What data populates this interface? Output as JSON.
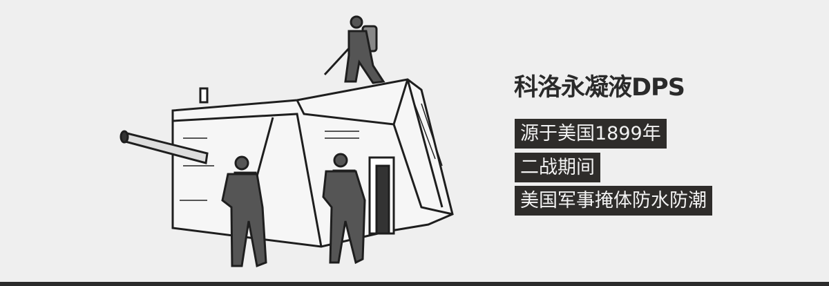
{
  "banner": {
    "title": "科洛永凝液DPS",
    "tags": [
      "源于美国1899年",
      "二战期间",
      "美国军事掩体防水防潮"
    ]
  },
  "colors": {
    "background": "#efefef",
    "tag_bg": "#2e2c2a",
    "text": "#2a2a2a"
  }
}
